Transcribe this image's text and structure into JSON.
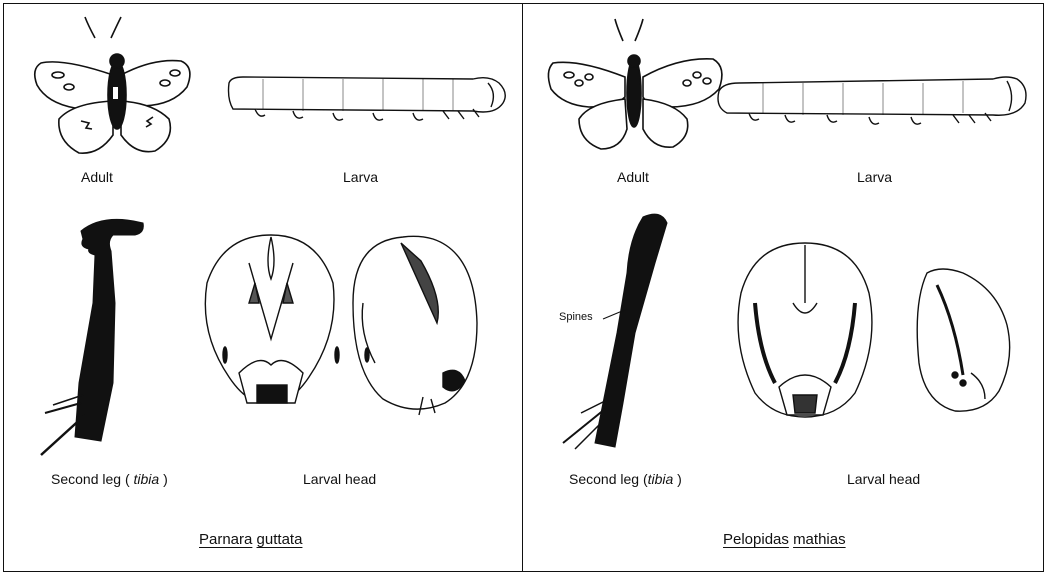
{
  "left": {
    "adult_label": "Adult",
    "larva_label": "Larva",
    "leg_label_prefix": "Second leg ( ",
    "leg_label_italic": "tibia",
    "leg_label_suffix": " )",
    "head_label": "Larval head",
    "species_genus": "Parnara",
    "species_epithet": "guttata"
  },
  "right": {
    "adult_label": "Adult",
    "larva_label": "Larva",
    "leg_label_prefix": "Second leg (",
    "leg_label_italic": "tibia",
    "leg_label_suffix": " )",
    "head_label": "Larval head",
    "spines_label": "Spines",
    "species_genus": "Pelopidas",
    "species_epithet": "mathias"
  }
}
